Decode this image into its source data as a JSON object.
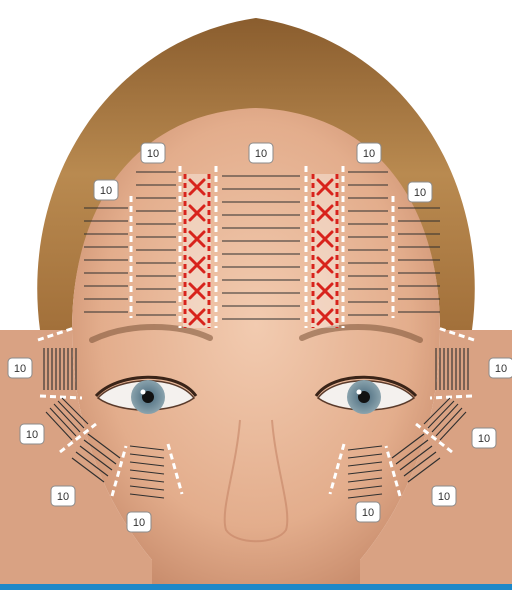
{
  "zone_label": "10",
  "colors": {
    "skin": "#e8b99a",
    "hair": "#a8783f",
    "background": "#ffffff",
    "hatch": "#2f2f2f",
    "boundary": "#ffffff",
    "no_go": "#d8231c",
    "bottom_band": "#1e88c8"
  },
  "zones": [
    {
      "name": "forehead-left-outer",
      "label": "10"
    },
    {
      "name": "forehead-left-inner",
      "label": "10"
    },
    {
      "name": "forehead-center",
      "label": "10"
    },
    {
      "name": "forehead-right-inner",
      "label": "10"
    },
    {
      "name": "forehead-right-outer",
      "label": "10"
    },
    {
      "name": "crows-feet-left-upper",
      "label": "10"
    },
    {
      "name": "crows-feet-left-middle",
      "label": "10"
    },
    {
      "name": "crows-feet-left-lower",
      "label": "10"
    },
    {
      "name": "under-eye-left",
      "label": "10"
    },
    {
      "name": "crows-feet-right-upper",
      "label": "10"
    },
    {
      "name": "crows-feet-right-middle",
      "label": "10"
    },
    {
      "name": "crows-feet-right-lower",
      "label": "10"
    },
    {
      "name": "under-eye-right",
      "label": "10"
    }
  ],
  "no_go_marker": "X"
}
